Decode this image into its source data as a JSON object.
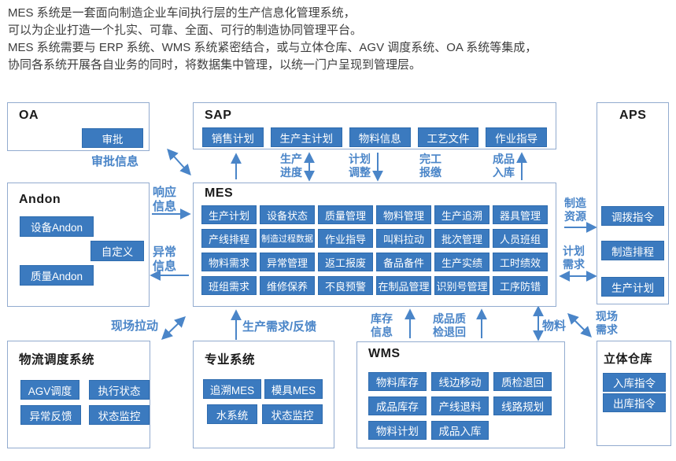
{
  "intro": {
    "lines": [
      "MES 系统是一套面向制造企业车间执行层的生产信息化管理系统，",
      "可以为企业打造一个扎实、可靠、全面、可行的制造协同管理平台。",
      "MES 系统需要与 ERP 系统、WMS 系统紧密结合，或与立体仓库、AGV 调度系统、OA 系统等集成，",
      "协同各系统开展各自业务的同时，将数据集中管理，以统一门户呈现到管理层。"
    ]
  },
  "colors": {
    "chip_blue": "#3b7abf",
    "label_blue": "#4a85c8",
    "box_border": "#92abcf"
  },
  "boxes": {
    "oa": {
      "title": "OA",
      "items": [
        "审批"
      ]
    },
    "sap": {
      "title": "SAP",
      "items": [
        "销售计划",
        "生产主计划",
        "物料信息",
        "工艺文件",
        "作业指导"
      ]
    },
    "aps": {
      "title": "APS",
      "items": [
        "调拨指令",
        "制造排程",
        "生产计划"
      ]
    },
    "andon": {
      "title": "Andon",
      "items": [
        "设备Andon",
        "自定义",
        "质量Andon"
      ]
    },
    "mes": {
      "title": "MES",
      "items": [
        "生产计划",
        "设备状态",
        "质量管理",
        "物料管理",
        "生产追溯",
        "器具管理",
        "产线排程",
        "制造过程数据",
        "作业指导",
        "叫料拉动",
        "批次管理",
        "人员班组",
        "物料需求",
        "异常管理",
        "返工报废",
        "备品备件",
        "生产实绩",
        "工时绩效",
        "班组需求",
        "维修保养",
        "不良预警",
        "在制品管理",
        "识别号管理",
        "工序防错"
      ]
    },
    "logistics": {
      "title": "物流调度系统",
      "items": [
        "AGV调度",
        "执行状态",
        "异常反馈",
        "状态监控"
      ]
    },
    "specialized": {
      "title": "专业系统",
      "items": [
        "追溯MES",
        "模具MES",
        "水系统",
        "状态监控"
      ]
    },
    "wms": {
      "title": "WMS",
      "items": [
        "物料库存",
        "线边移动",
        "质检退回",
        "成品库存",
        "产线退料",
        "线路规划",
        "物料计划",
        "成品入库"
      ]
    },
    "asrs": {
      "title": "立体仓库",
      "items": [
        "入库指令",
        "出库指令"
      ]
    }
  },
  "labels": {
    "approval_info": "审批信息",
    "prod_progress": "生产进度",
    "plan_adjust": "计划调整",
    "completion_report": "完工报缴",
    "finished_storage": "成品入库",
    "response_info": "响应信息",
    "exception_info": "异常信息",
    "mfg_resource": "制造资源",
    "plan_demand": "计划需求",
    "field_pull": "现场拉动",
    "prod_demand_feedback": "生产需求/反馈",
    "inventory_info": "库存信息",
    "fg_qc_return": "成品质检退回",
    "material": "物料",
    "field_demand": "现场需求"
  }
}
